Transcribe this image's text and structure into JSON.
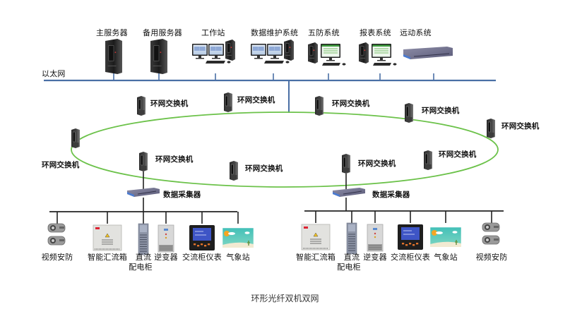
{
  "title": "环形光纤双机双网",
  "ethernet": {
    "label": "以太网",
    "color": "#4a6fa5",
    "devices": [
      {
        "name": "主服务器",
        "kind": "tower"
      },
      {
        "name": "备用服务器",
        "kind": "tower"
      },
      {
        "name": "工作站",
        "kind": "dual-monitor-pc"
      },
      {
        "name": "数据维护系统",
        "kind": "dual-monitor-pc"
      },
      {
        "name": "五防系统",
        "kind": "pc"
      },
      {
        "name": "报表系统",
        "kind": "pc"
      },
      {
        "name": "远动系统",
        "kind": "rack-unit"
      }
    ]
  },
  "ring": {
    "color": "#6cc24a",
    "switch_label": "环网交换机",
    "switch_count": 10
  },
  "collectors": [
    {
      "label": "数据采集器",
      "devices": [
        {
          "name": "视频安防",
          "kind": "camera"
        },
        {
          "name": "智能汇流箱",
          "kind": "combiner-box"
        },
        {
          "name": "直流\n配电柜",
          "name_line1": "直流",
          "name_line2": "配电柜",
          "kind": "dc-cabinet"
        },
        {
          "name": "逆变器",
          "kind": "inverter"
        },
        {
          "name": "交流柜仪表",
          "kind": "meter"
        },
        {
          "name": "气象站",
          "kind": "weather-station"
        }
      ]
    },
    {
      "label": "数据采集器",
      "devices": [
        {
          "name": "智能汇流箱",
          "kind": "combiner-box"
        },
        {
          "name": "直流\n配电柜",
          "name_line1": "直流",
          "name_line2": "配电柜",
          "kind": "dc-cabinet"
        },
        {
          "name": "逆变器",
          "kind": "inverter"
        },
        {
          "name": "交流柜仪表",
          "kind": "meter"
        },
        {
          "name": "气象站",
          "kind": "weather-station"
        },
        {
          "name": "视频安防",
          "kind": "camera"
        }
      ]
    }
  ]
}
